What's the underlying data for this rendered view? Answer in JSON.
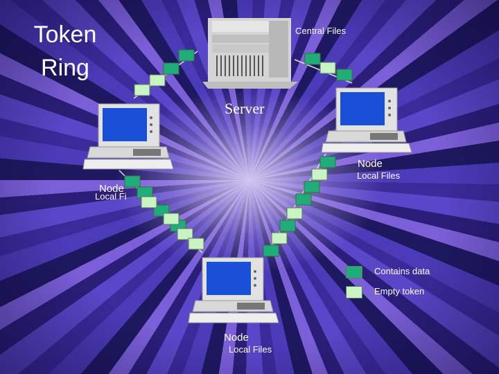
{
  "title_line1": "Token",
  "title_line2": "Ring",
  "server": {
    "caption": "Server",
    "files_label": "Central Files"
  },
  "nodes": [
    {
      "label": "Node",
      "files": "Local Files"
    },
    {
      "label": "Node",
      "files": "Local Files"
    },
    {
      "label": "Node",
      "files": "Local Files"
    }
  ],
  "legend": [
    {
      "label": "Contains data",
      "color": "#1fae7a"
    },
    {
      "label": "Empty token",
      "color": "#c8f3c2"
    }
  ],
  "colors": {
    "data": "#1fae7a",
    "empty": "#c8f3c2",
    "screen": "#1a4fd8"
  }
}
